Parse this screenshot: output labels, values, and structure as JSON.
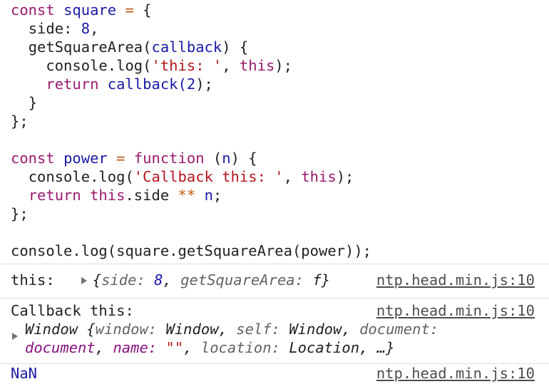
{
  "code": {
    "l1": {
      "kw": "const",
      "name": "square",
      "op": "=",
      "brace": "{"
    },
    "l2": {
      "key": "side:",
      "val": "8",
      "comma": ","
    },
    "l3": {
      "name": "getSquareArea(",
      "param": "callback",
      "rest": ") {"
    },
    "l4": {
      "fn": "console.log(",
      "str": "'this: '",
      "comma": ",",
      "kw": "this",
      "end": ");"
    },
    "l5": {
      "kw": "return",
      "fn": "callback(",
      "num": "2",
      "end": ");"
    },
    "l6": {
      "text": "}"
    },
    "l7": {
      "text": "};"
    },
    "l8": {
      "kw": "const",
      "name": "power",
      "op": "=",
      "kw2": "function",
      "paren": "(",
      "param": "n",
      "rest": ") {"
    },
    "l9": {
      "fn": "console.log(",
      "str": "'Callback this: '",
      "comma": ",",
      "kw": "this",
      "end": ");"
    },
    "l10": {
      "kw": "return",
      "kw2": "this",
      "prop": ".side",
      "op": "**",
      "param": "n",
      "end": ";"
    },
    "l11": {
      "text": "};"
    },
    "l12": {
      "text": "console.log(square.getSquareArea(power));"
    }
  },
  "console": {
    "log1": {
      "label": "this:",
      "obj_open": "{",
      "k1": "side:",
      "v1": "8",
      "sep": ",",
      "k2": "getSquareArea:",
      "v2": "f",
      "obj_close": "}",
      "source": "ntp.head.min.js:10"
    },
    "log2": {
      "label": "Callback this:",
      "source": "ntp.head.min.js:10",
      "line1_a": "Window {",
      "line1_k1": "window:",
      "line1_v1": "Window,",
      "line1_k2": "self:",
      "line1_v2": "Window,",
      "line1_k3": "document:",
      "line2_v3": "document",
      "line2_sep": ",",
      "line2_k4": "name:",
      "line2_v4": "\"\"",
      "line2_sep2": ",",
      "line2_k5": "location:",
      "line2_v5": "Location, …}"
    },
    "log3": {
      "value": "NaN",
      "source": "ntp.head.min.js:10"
    }
  }
}
